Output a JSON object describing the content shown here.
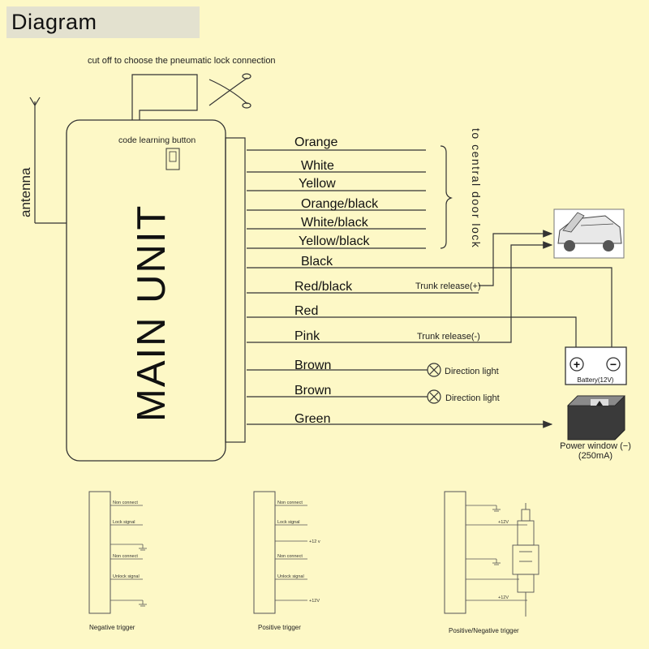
{
  "title": "Diagram",
  "note_cutoff": "cut off to choose the pneumatic lock connection",
  "antenna_label": "antenna",
  "code_button_label": "code learning button",
  "main_unit_label": "MAIN UNIT",
  "central_lock_label": "to central door lock",
  "wires": [
    {
      "label": "Orange"
    },
    {
      "label": "White"
    },
    {
      "label": "Yellow"
    },
    {
      "label": "Orange/black"
    },
    {
      "label": "White/black"
    },
    {
      "label": "Yellow/black"
    },
    {
      "label": "Black"
    },
    {
      "label": "Red/black"
    },
    {
      "label": "Red"
    },
    {
      "label": "Pink"
    },
    {
      "label": "Brown"
    },
    {
      "label": "Brown"
    },
    {
      "label": "Green"
    }
  ],
  "trunk_release_pos": "Trunk release(+)",
  "trunk_release_neg": "Trunk release(-)",
  "direction_light_1": "Direction light",
  "direction_light_2": "Direction light",
  "battery_label": "Battery(12V)",
  "battery_plus": "+",
  "battery_minus": "−",
  "power_window_label": "Power window (−)",
  "power_window_current": "(250mA)",
  "panels": [
    {
      "caption": "Negative trigger",
      "labels": [
        "Non connect",
        "Lock signal",
        "Non connect",
        "Unlock signal"
      ]
    },
    {
      "caption": "Positive trigger",
      "labels": [
        "Non connect",
        "Lock signal",
        "+12 v",
        "Non connect",
        "Unlock signal",
        "+12V"
      ]
    },
    {
      "caption": "Positive/Negative trigger",
      "labels": [
        "+12V",
        "+12V"
      ]
    }
  ],
  "colors": {
    "background": "#fdf8c6",
    "line": "#333333",
    "title_bar": "#e3e1cf"
  }
}
